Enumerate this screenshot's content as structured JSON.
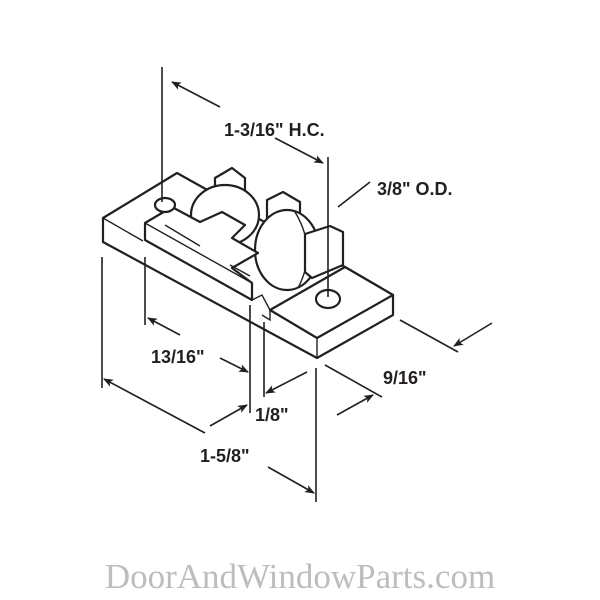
{
  "diagram": {
    "dimensions": {
      "hole_center": "1-3/16\" H.C.",
      "outer_diameter": "3/8\" O.D.",
      "roller_offset": "13/16\"",
      "width": "9/16\"",
      "notch": "1/8\"",
      "length": "1-5/8\""
    },
    "watermark": "DoorAndWindowParts.com"
  }
}
